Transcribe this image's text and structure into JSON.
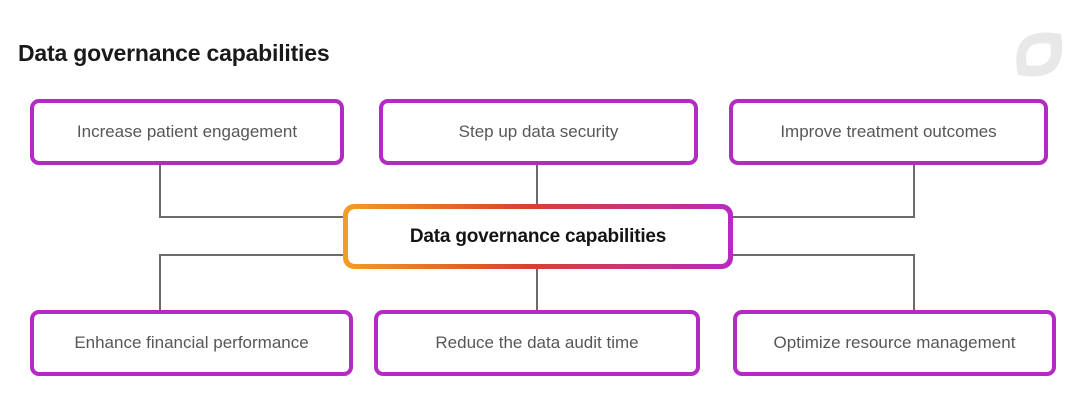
{
  "page": {
    "title": "Data governance capabilities",
    "background_color": "#ffffff",
    "title_color": "#1a1a1a"
  },
  "logo": {
    "name": "leaf-logo",
    "color": "#e8e8e8"
  },
  "diagram": {
    "center": {
      "label": "Data governance capabilities",
      "border_gradient": [
        "#f09e26",
        "#d8402f",
        "#b82ac1"
      ],
      "text_color": "#141414"
    },
    "nodes": [
      {
        "id": "increase-patient-engagement",
        "label": "Increase patient engagement",
        "position": "top-left"
      },
      {
        "id": "step-up-data-security",
        "label": "Step up data security",
        "position": "top-center"
      },
      {
        "id": "improve-treatment-outcomes",
        "label": "Improve treatment outcomes",
        "position": "top-right"
      },
      {
        "id": "enhance-financial-performance",
        "label": "Enhance financial performance",
        "position": "bottom-left"
      },
      {
        "id": "reduce-the-data-audit-time",
        "label": "Reduce the data audit time",
        "position": "bottom-center"
      },
      {
        "id": "optimize-resource-management",
        "label": "Optimize resource management",
        "position": "bottom-right"
      }
    ],
    "colors": {
      "node_border": "#b32bc3",
      "node_text": "#575757",
      "connector_line": "#6b6b6b"
    }
  }
}
